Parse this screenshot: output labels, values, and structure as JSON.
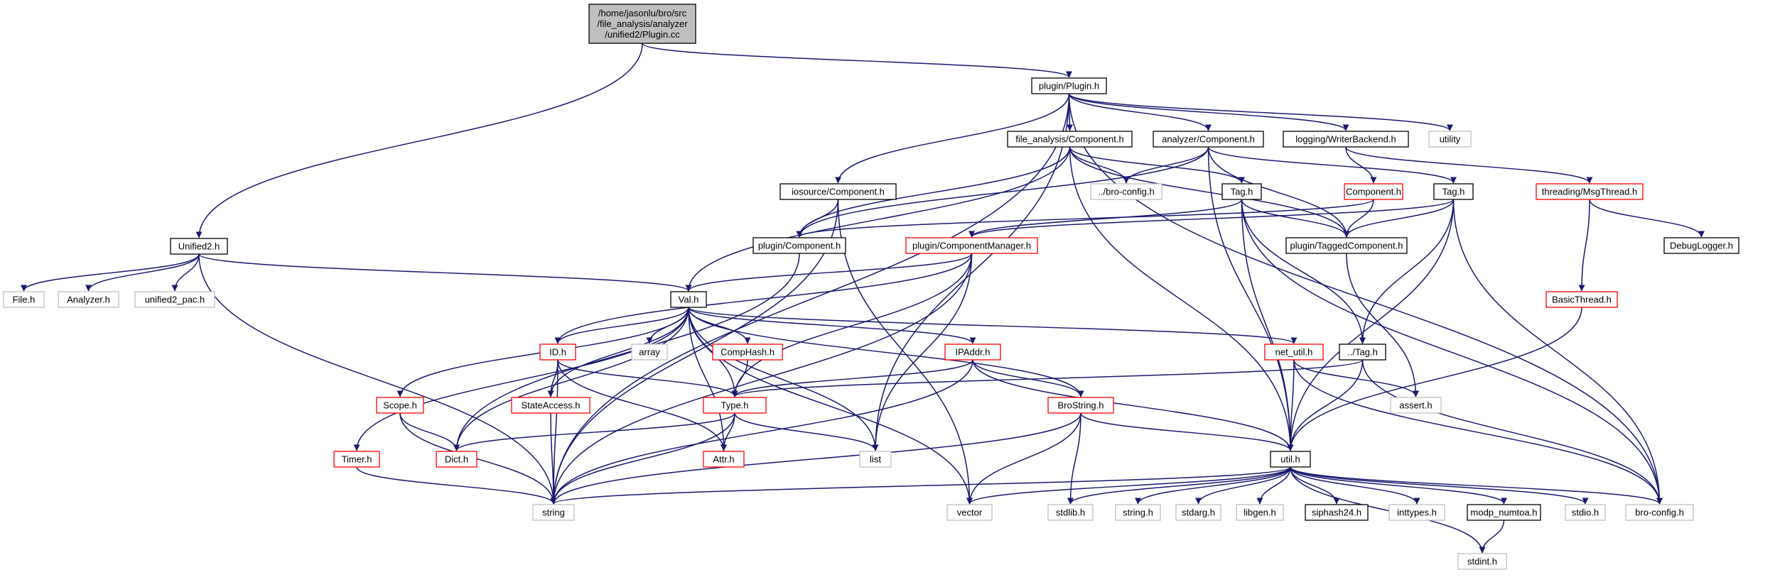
{
  "colors": {
    "edge": "#191970",
    "border_normal": "#000000",
    "border_red": "#ff0000",
    "border_gray": "#bfbfbf",
    "fill_root": "#bfbfbf",
    "fill_default": "#ffffff"
  },
  "nodes": [
    {
      "id": "root",
      "lines": [
        "/home/jasonlu/bro/src",
        "/file_analysis/analyzer",
        "/unified2/Plugin.cc"
      ],
      "style": "root"
    },
    {
      "id": "plugin_plugin",
      "lines": [
        "plugin/Plugin.h"
      ],
      "style": "normal"
    },
    {
      "id": "unified2",
      "lines": [
        "Unified2.h"
      ],
      "style": "normal"
    },
    {
      "id": "fa_component",
      "lines": [
        "file_analysis/Component.h"
      ],
      "style": "normal"
    },
    {
      "id": "an_component",
      "lines": [
        "analyzer/Component.h"
      ],
      "style": "normal"
    },
    {
      "id": "writerbackend",
      "lines": [
        "logging/WriterBackend.h"
      ],
      "style": "normal"
    },
    {
      "id": "utility",
      "lines": [
        "utility"
      ],
      "style": "gray"
    },
    {
      "id": "iosource_component",
      "lines": [
        "iosource/Component.h"
      ],
      "style": "normal"
    },
    {
      "id": "broconfig_rel",
      "lines": [
        "../bro-config.h"
      ],
      "style": "gray"
    },
    {
      "id": "tag1",
      "lines": [
        "Tag.h"
      ],
      "style": "normal"
    },
    {
      "id": "component_red",
      "lines": [
        "Component.h"
      ],
      "style": "red"
    },
    {
      "id": "tag2",
      "lines": [
        "Tag.h"
      ],
      "style": "normal"
    },
    {
      "id": "msgthread",
      "lines": [
        "threading/MsgThread.h"
      ],
      "style": "red"
    },
    {
      "id": "plugin_component",
      "lines": [
        "plugin/Component.h"
      ],
      "style": "normal"
    },
    {
      "id": "compmanager",
      "lines": [
        "plugin/ComponentManager.h"
      ],
      "style": "red"
    },
    {
      "id": "taggedcomp",
      "lines": [
        "plugin/TaggedComponent.h"
      ],
      "style": "normal"
    },
    {
      "id": "debuglogger",
      "lines": [
        "DebugLogger.h"
      ],
      "style": "normal"
    },
    {
      "id": "file_h",
      "lines": [
        "File.h"
      ],
      "style": "gray"
    },
    {
      "id": "analyzer_h",
      "lines": [
        "Analyzer.h"
      ],
      "style": "gray"
    },
    {
      "id": "unified2_pac",
      "lines": [
        "unified2_pac.h"
      ],
      "style": "gray"
    },
    {
      "id": "val",
      "lines": [
        "Val.h"
      ],
      "style": "normal"
    },
    {
      "id": "basicthread",
      "lines": [
        "BasicThread.h"
      ],
      "style": "red"
    },
    {
      "id": "array",
      "lines": [
        "array"
      ],
      "style": "gray"
    },
    {
      "id": "id_h",
      "lines": [
        "ID.h"
      ],
      "style": "red"
    },
    {
      "id": "comphash",
      "lines": [
        "CompHash.h"
      ],
      "style": "red"
    },
    {
      "id": "ipaddr",
      "lines": [
        "IPAddr.h"
      ],
      "style": "red"
    },
    {
      "id": "net_util",
      "lines": [
        "net_util.h"
      ],
      "style": "red"
    },
    {
      "id": "tag_rel",
      "lines": [
        "../Tag.h"
      ],
      "style": "normal"
    },
    {
      "id": "scope",
      "lines": [
        "Scope.h"
      ],
      "style": "red"
    },
    {
      "id": "stateaccess",
      "lines": [
        "StateAccess.h"
      ],
      "style": "red"
    },
    {
      "id": "type_h",
      "lines": [
        "Type.h"
      ],
      "style": "red"
    },
    {
      "id": "brostring",
      "lines": [
        "BroString.h"
      ],
      "style": "red"
    },
    {
      "id": "assert",
      "lines": [
        "assert.h"
      ],
      "style": "gray"
    },
    {
      "id": "timer",
      "lines": [
        "Timer.h"
      ],
      "style": "red"
    },
    {
      "id": "dict",
      "lines": [
        "Dict.h"
      ],
      "style": "red"
    },
    {
      "id": "attr",
      "lines": [
        "Attr.h"
      ],
      "style": "red"
    },
    {
      "id": "list",
      "lines": [
        "list"
      ],
      "style": "gray"
    },
    {
      "id": "util",
      "lines": [
        "util.h"
      ],
      "style": "normal"
    },
    {
      "id": "string",
      "lines": [
        "string"
      ],
      "style": "gray"
    },
    {
      "id": "vector",
      "lines": [
        "vector"
      ],
      "style": "gray"
    },
    {
      "id": "stdlib",
      "lines": [
        "stdlib.h"
      ],
      "style": "gray"
    },
    {
      "id": "string_h",
      "lines": [
        "string.h"
      ],
      "style": "gray"
    },
    {
      "id": "stdarg",
      "lines": [
        "stdarg.h"
      ],
      "style": "gray"
    },
    {
      "id": "libgen",
      "lines": [
        "libgen.h"
      ],
      "style": "gray"
    },
    {
      "id": "siphash",
      "lines": [
        "siphash24.h"
      ],
      "style": "normal"
    },
    {
      "id": "inttypes",
      "lines": [
        "inttypes.h"
      ],
      "style": "gray"
    },
    {
      "id": "modp",
      "lines": [
        "modp_numtoa.h"
      ],
      "style": "normal"
    },
    {
      "id": "stdio",
      "lines": [
        "stdio.h"
      ],
      "style": "gray"
    },
    {
      "id": "broconfig",
      "lines": [
        "bro-config.h"
      ],
      "style": "gray"
    },
    {
      "id": "stdint",
      "lines": [
        "stdint.h"
      ],
      "style": "gray"
    }
  ],
  "edges": [
    [
      "root",
      "plugin_plugin"
    ],
    [
      "root",
      "unified2"
    ],
    [
      "plugin_plugin",
      "fa_component"
    ],
    [
      "plugin_plugin",
      "an_component"
    ],
    [
      "plugin_plugin",
      "writerbackend"
    ],
    [
      "plugin_plugin",
      "utility"
    ],
    [
      "plugin_plugin",
      "iosource_component"
    ],
    [
      "plugin_plugin",
      "string"
    ],
    [
      "plugin_plugin",
      "list"
    ],
    [
      "plugin_plugin",
      "broconfig"
    ],
    [
      "unified2",
      "file_h"
    ],
    [
      "unified2",
      "analyzer_h"
    ],
    [
      "unified2",
      "unified2_pac"
    ],
    [
      "unified2",
      "val"
    ],
    [
      "unified2",
      "string"
    ],
    [
      "fa_component",
      "broconfig_rel"
    ],
    [
      "fa_component",
      "tag1"
    ],
    [
      "fa_component",
      "plugin_component"
    ],
    [
      "fa_component",
      "taggedcomp"
    ],
    [
      "fa_component",
      "val"
    ],
    [
      "fa_component",
      "util"
    ],
    [
      "an_component",
      "broconfig_rel"
    ],
    [
      "an_component",
      "tag2"
    ],
    [
      "an_component",
      "plugin_component"
    ],
    [
      "an_component",
      "taggedcomp"
    ],
    [
      "an_component",
      "util"
    ],
    [
      "writerbackend",
      "component_red"
    ],
    [
      "writerbackend",
      "msgthread"
    ],
    [
      "iosource_component",
      "plugin_component"
    ],
    [
      "iosource_component",
      "string"
    ],
    [
      "iosource_component",
      "vector"
    ],
    [
      "tag1",
      "compmanager"
    ],
    [
      "tag1",
      "taggedcomp"
    ],
    [
      "tag1",
      "util"
    ],
    [
      "tag1",
      "broconfig"
    ],
    [
      "tag1",
      "tag_rel"
    ],
    [
      "component_red",
      "plugin_component"
    ],
    [
      "component_red",
      "taggedcomp"
    ],
    [
      "tag2",
      "compmanager"
    ],
    [
      "tag2",
      "taggedcomp"
    ],
    [
      "tag2",
      "util"
    ],
    [
      "tag2",
      "broconfig"
    ],
    [
      "tag2",
      "tag_rel"
    ],
    [
      "msgthread",
      "debuglogger"
    ],
    [
      "msgthread",
      "basicthread"
    ],
    [
      "plugin_component",
      "dict"
    ],
    [
      "compmanager",
      "val"
    ],
    [
      "compmanager",
      "id_h"
    ],
    [
      "compmanager",
      "type_h"
    ],
    [
      "compmanager",
      "list"
    ],
    [
      "compmanager",
      "string"
    ],
    [
      "taggedcomp",
      "assert"
    ],
    [
      "val",
      "array"
    ],
    [
      "val",
      "id_h"
    ],
    [
      "val",
      "comphash"
    ],
    [
      "val",
      "ipaddr"
    ],
    [
      "val",
      "net_util"
    ],
    [
      "val",
      "scope"
    ],
    [
      "val",
      "stateaccess"
    ],
    [
      "val",
      "type_h"
    ],
    [
      "val",
      "brostring"
    ],
    [
      "val",
      "timer"
    ],
    [
      "val",
      "dict"
    ],
    [
      "val",
      "attr"
    ],
    [
      "val",
      "list"
    ],
    [
      "val",
      "vector"
    ],
    [
      "basicthread",
      "util"
    ],
    [
      "id_h",
      "stateaccess"
    ],
    [
      "id_h",
      "type_h"
    ],
    [
      "id_h",
      "attr"
    ],
    [
      "id_h",
      "string"
    ],
    [
      "comphash",
      "type_h"
    ],
    [
      "ipaddr",
      "type_h"
    ],
    [
      "ipaddr",
      "brostring"
    ],
    [
      "ipaddr",
      "util"
    ],
    [
      "ipaddr",
      "string"
    ],
    [
      "net_util",
      "util"
    ],
    [
      "net_util",
      "assert"
    ],
    [
      "net_util",
      "broconfig"
    ],
    [
      "tag_rel",
      "type_h"
    ],
    [
      "tag_rel",
      "util"
    ],
    [
      "tag_rel",
      "broconfig"
    ],
    [
      "scope",
      "dict"
    ],
    [
      "scope",
      "string"
    ],
    [
      "stateaccess",
      "string"
    ],
    [
      "type_h",
      "dict"
    ],
    [
      "type_h",
      "attr"
    ],
    [
      "type_h",
      "list"
    ],
    [
      "type_h",
      "string"
    ],
    [
      "brostring",
      "util"
    ],
    [
      "brostring",
      "string"
    ],
    [
      "brostring",
      "vector"
    ],
    [
      "brostring",
      "stdlib"
    ],
    [
      "timer",
      "string"
    ],
    [
      "util",
      "string"
    ],
    [
      "util",
      "vector"
    ],
    [
      "util",
      "stdlib"
    ],
    [
      "util",
      "string_h"
    ],
    [
      "util",
      "stdarg"
    ],
    [
      "util",
      "libgen"
    ],
    [
      "util",
      "siphash"
    ],
    [
      "util",
      "inttypes"
    ],
    [
      "util",
      "modp"
    ],
    [
      "util",
      "stdio"
    ],
    [
      "util",
      "broconfig"
    ],
    [
      "util",
      "stdint"
    ],
    [
      "modp",
      "stdint"
    ]
  ]
}
